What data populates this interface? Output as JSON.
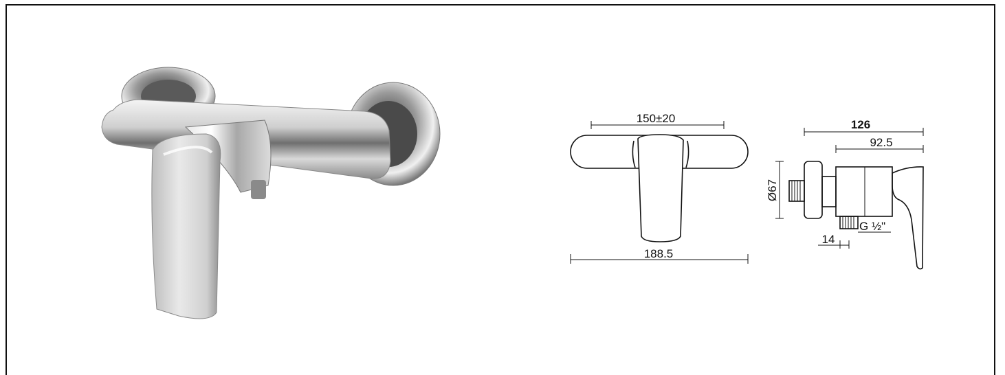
{
  "product": {
    "photo_alt": "chrome single-lever wall-mounted shower mixer"
  },
  "front_view": {
    "dim_centers": "150±20",
    "dim_width": "188.5"
  },
  "side_view": {
    "dim_depth": "126",
    "dim_body": "92.5",
    "dim_diameter": "Ø67",
    "dim_outlet_thread": "G ½\"",
    "dim_outlet_offset": "14"
  }
}
